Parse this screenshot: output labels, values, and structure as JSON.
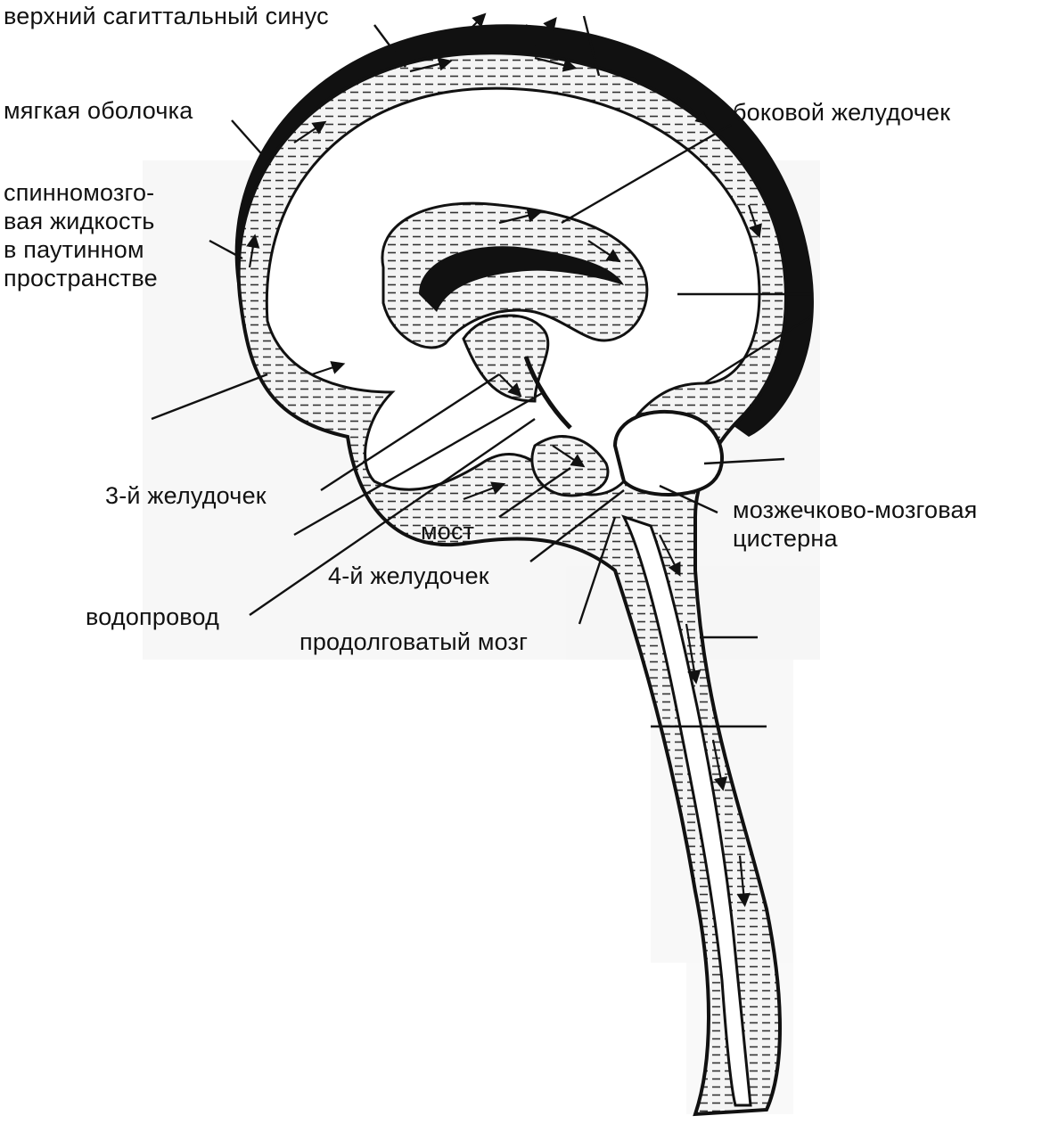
{
  "diagram": {
    "labels": {
      "superior_sagittal_sinus": "верхний сагиттальный синус",
      "pia_mater": "мягкая оболочка",
      "lateral_ventricle": "боковой желудочек",
      "csf_line1": "спинномозго-",
      "csf_line2": "вая жидкость",
      "csf_line3": "в паутинном",
      "csf_line4": "пространстве",
      "third_ventricle": "3-й  желудочек",
      "pons": "мост",
      "fourth_ventricle": "4-й желудочек",
      "aqueduct": "водопровод",
      "medulla": "продолговатый мозг",
      "cisterna_line1": "мозжечково-мозговая",
      "cisterna_line2": "цистерна"
    }
  }
}
